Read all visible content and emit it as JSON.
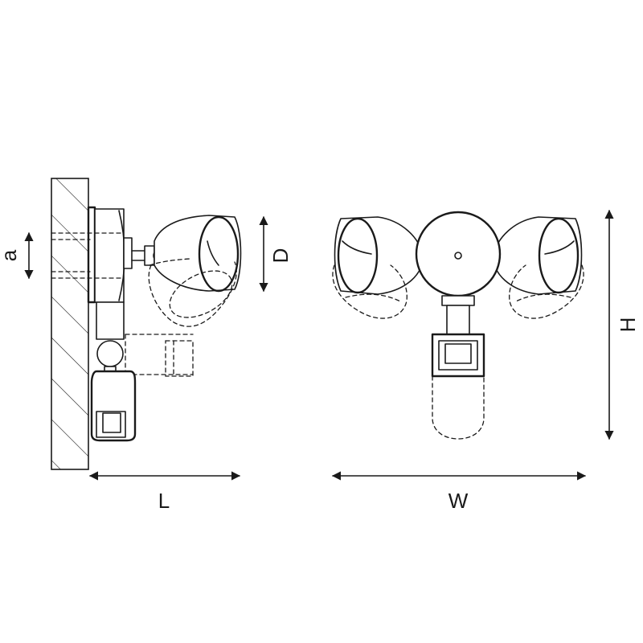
{
  "dimensions": {
    "a": "a",
    "D": "D",
    "L": "L",
    "W": "W",
    "H": "H"
  }
}
